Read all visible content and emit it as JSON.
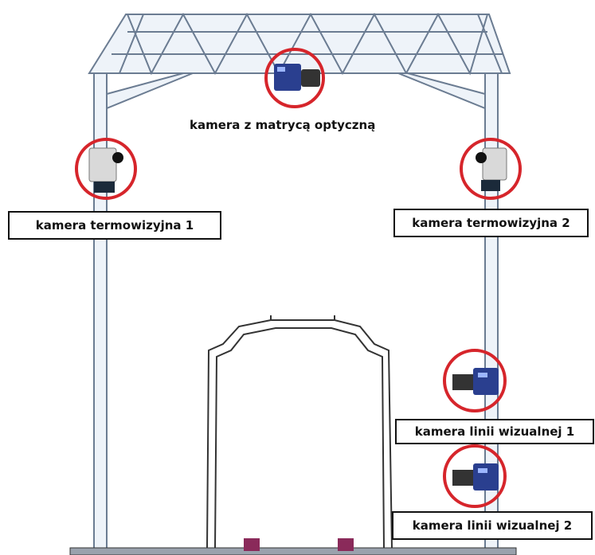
{
  "labels": {
    "optical": "kamera z matrycą optyczną",
    "thermal_1": "kamera termowizyjna 1",
    "thermal_2": "kamera termowizyjna 2",
    "line_1": "kamera linii wizualnej 1",
    "line_2": "kamera linii wizualnej 2"
  },
  "colors": {
    "frame_fill": "#eef3f9",
    "frame_stroke": "#6b7c92",
    "highlight_circle": "#d6252b",
    "camera_body_blue": "#2a3f8f",
    "thermal_body": "#d9d9d9",
    "wheel_block": "#8a2a5a"
  }
}
